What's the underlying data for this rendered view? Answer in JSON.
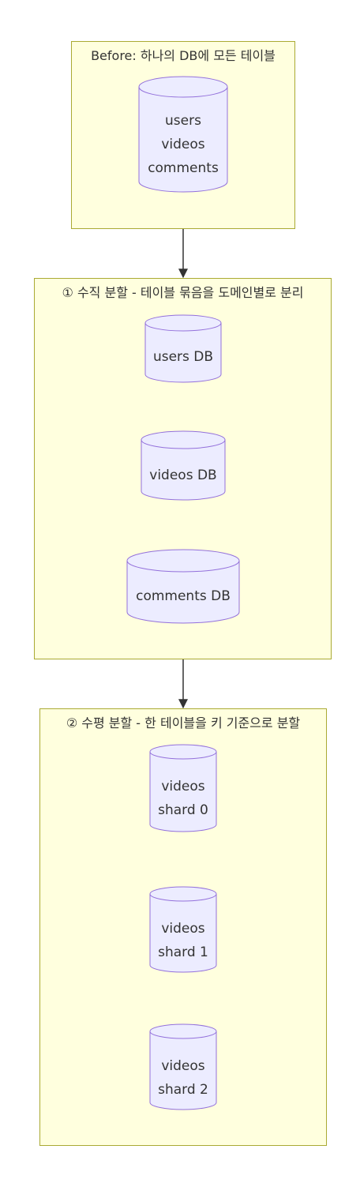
{
  "clusters": {
    "before": {
      "title": "Before: 하나의 DB에 모든 테이블",
      "db": {
        "line1": "users",
        "line2": "videos",
        "line3": "comments"
      }
    },
    "vertical": {
      "title": "① 수직 분할 - 테이블 묶음을 도메인별로 분리",
      "dbs": [
        {
          "label": "users DB"
        },
        {
          "label": "videos DB"
        },
        {
          "label": "comments DB"
        }
      ]
    },
    "horizontal": {
      "title": "② 수평 분할 - 한 테이블을 키 기준으로 분할",
      "dbs": [
        {
          "line1": "videos",
          "line2": "shard 0"
        },
        {
          "line1": "videos",
          "line2": "shard 1"
        },
        {
          "line1": "videos",
          "line2": "shard 2"
        }
      ]
    }
  },
  "colors": {
    "cluster_fill": "#ffffde",
    "cluster_stroke": "#aaaa33",
    "node_fill": "#ececff",
    "node_stroke": "#9370db",
    "edge": "#333333",
    "text": "#333333"
  }
}
